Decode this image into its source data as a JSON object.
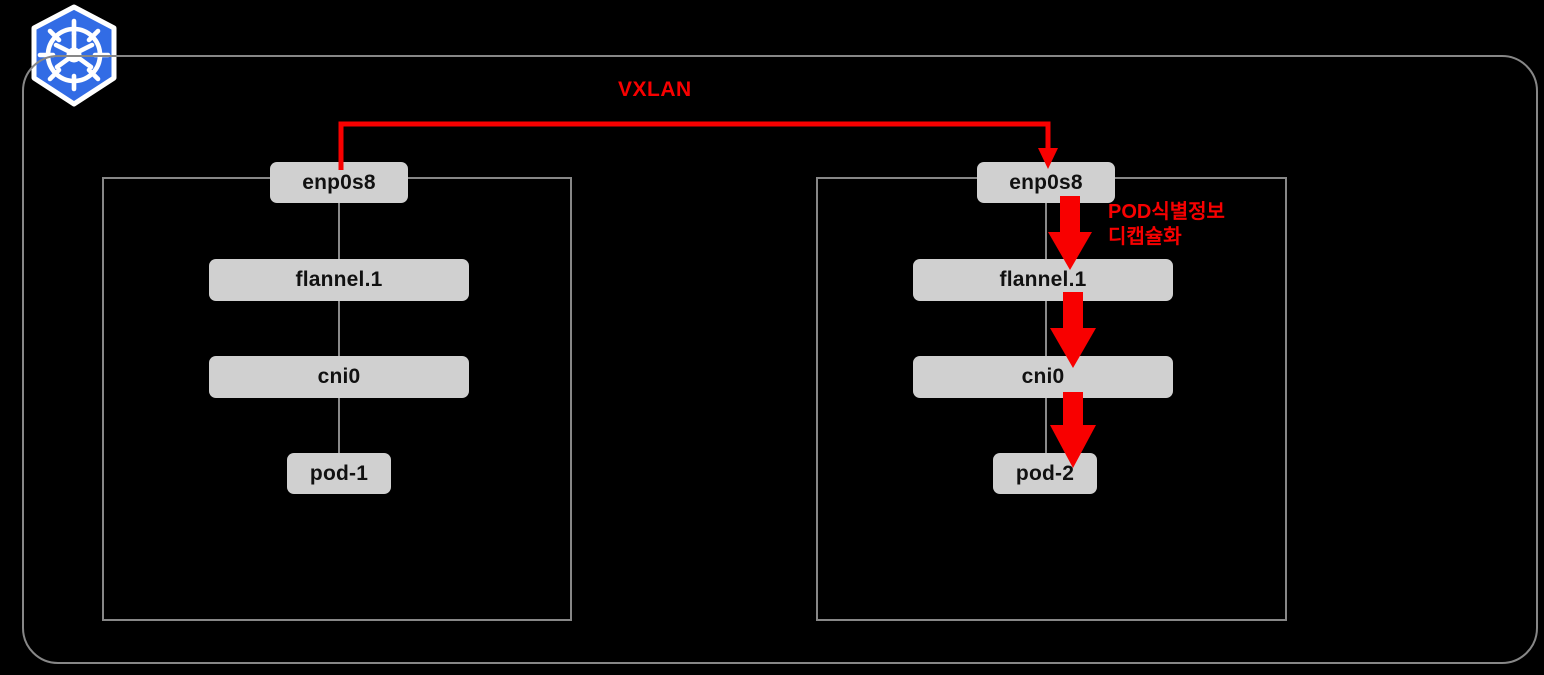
{
  "diagram": {
    "title_icon": "kubernetes-logo",
    "colors": {
      "background": "#000000",
      "frame_border": "#878787",
      "device_box_fill": "#d0d0d0",
      "accent_red": "#f80000",
      "kubernetes_blue": "#326ce5",
      "connector_gray": "#8a8a8a"
    },
    "annotations": {
      "vxlan": "VXLAN",
      "decapsulation": "POD식별정보\n디캡슐화"
    },
    "nodes": [
      {
        "id": "node-left",
        "devices": {
          "nic": "enp0s8",
          "flannel": "flannel.1",
          "bridge": "cni0",
          "pod": "pod-1"
        }
      },
      {
        "id": "node-right",
        "devices": {
          "nic": "enp0s8",
          "flannel": "flannel.1",
          "bridge": "cni0",
          "pod": "pod-2"
        }
      }
    ]
  }
}
